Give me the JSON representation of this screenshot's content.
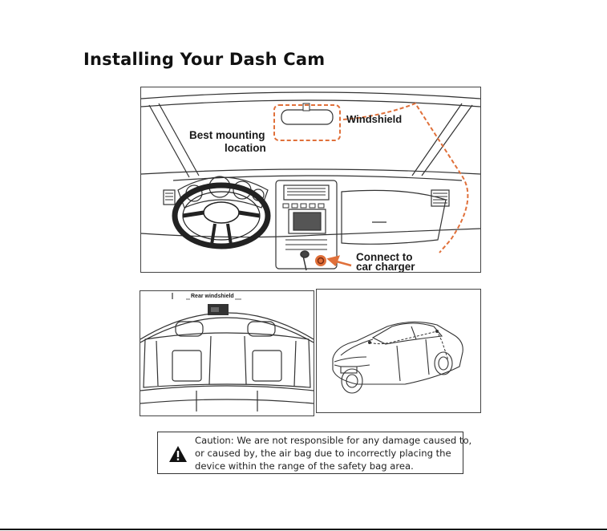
{
  "page": {
    "title": "Installing Your Dash Cam"
  },
  "dashboard_figure": {
    "label_best_mounting_line1": "Best mounting",
    "label_best_mounting_line2": "location",
    "label_windshield": "Windshield",
    "label_connect_line1": "Connect to",
    "label_connect_line2": "car charger",
    "highlight_color": "#e0703a"
  },
  "rear_figure": {
    "label": "Rear windshield"
  },
  "car_figure": {},
  "caution": {
    "icon": "warning-triangle-icon",
    "line1": "Caution: We are not responsible for any damage caused to,",
    "line2": "or caused  by,  the air bag due to  incorrectly placing the",
    "line3": "device within the range of the safety bag area."
  }
}
